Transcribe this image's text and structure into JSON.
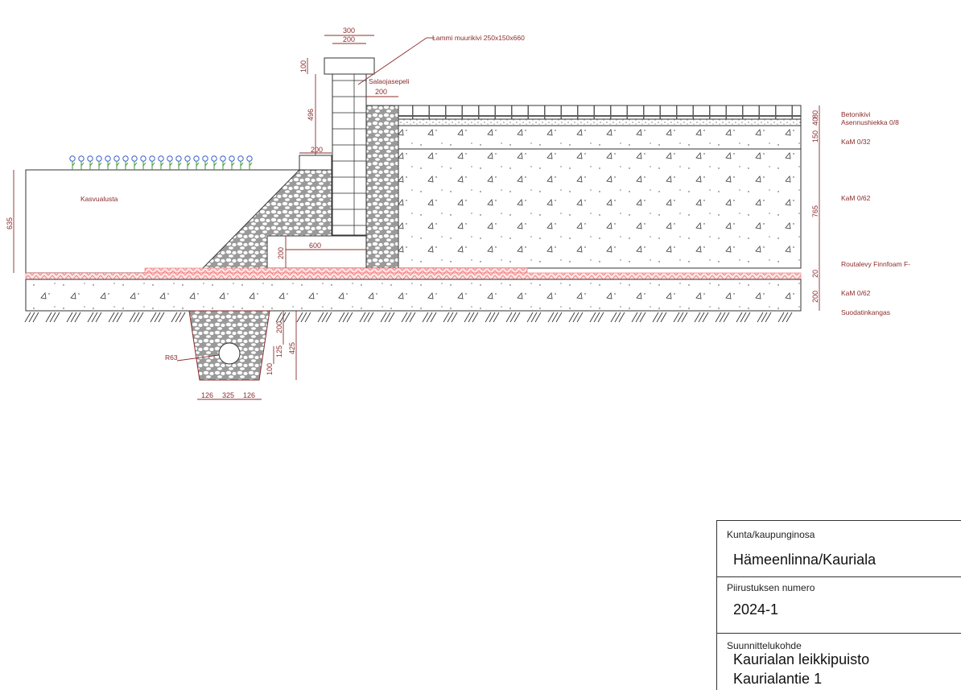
{
  "drawing": {
    "labels": {
      "stone": "Lammi muurikivi 250x150x660",
      "drain_gravel": "Salaojasepeli",
      "growing_medium": "Kasvualusta",
      "pipe_radius": "R63"
    },
    "layers": [
      "Betonikivi",
      "Asennushiekka 0/8",
      "KaM 0/32",
      "KaM 0/62",
      "Routalevy Finnfoam F-",
      "KaM 0/62",
      "Suodatinkangas"
    ],
    "dimensions": {
      "wall_top_outer": "300",
      "wall_top_inner": "200",
      "cap_height": "100",
      "wall_height": "496",
      "gravel_width": "200",
      "step_width": "200",
      "soil_depth": "635",
      "footing_width": "600",
      "footing_height": "200",
      "paver": "80",
      "sand": "40",
      "kam032": "150",
      "kam062": "765",
      "insulation": "20",
      "base": "200",
      "trench_top": "200",
      "pipe_center": "125",
      "trench_total": "425",
      "trench_bottom": "100",
      "trench_left": "126",
      "trench_mid": "325",
      "trench_right": "126"
    },
    "colors": {
      "annotation": "#8b2c2c",
      "insulation": "#f26b6b",
      "plants": "#3a5fcd"
    }
  },
  "title_block": {
    "municipality_label": "Kunta/kaupunginosa",
    "municipality": "Hämeenlinna/Kauriala",
    "drawing_number_label": "Piirustuksen numero",
    "drawing_number": "2024-1",
    "project_label": "Suunnittelukohde",
    "project": "Kaurialan leikkipuisto",
    "address": "Kaurialantie 1"
  }
}
